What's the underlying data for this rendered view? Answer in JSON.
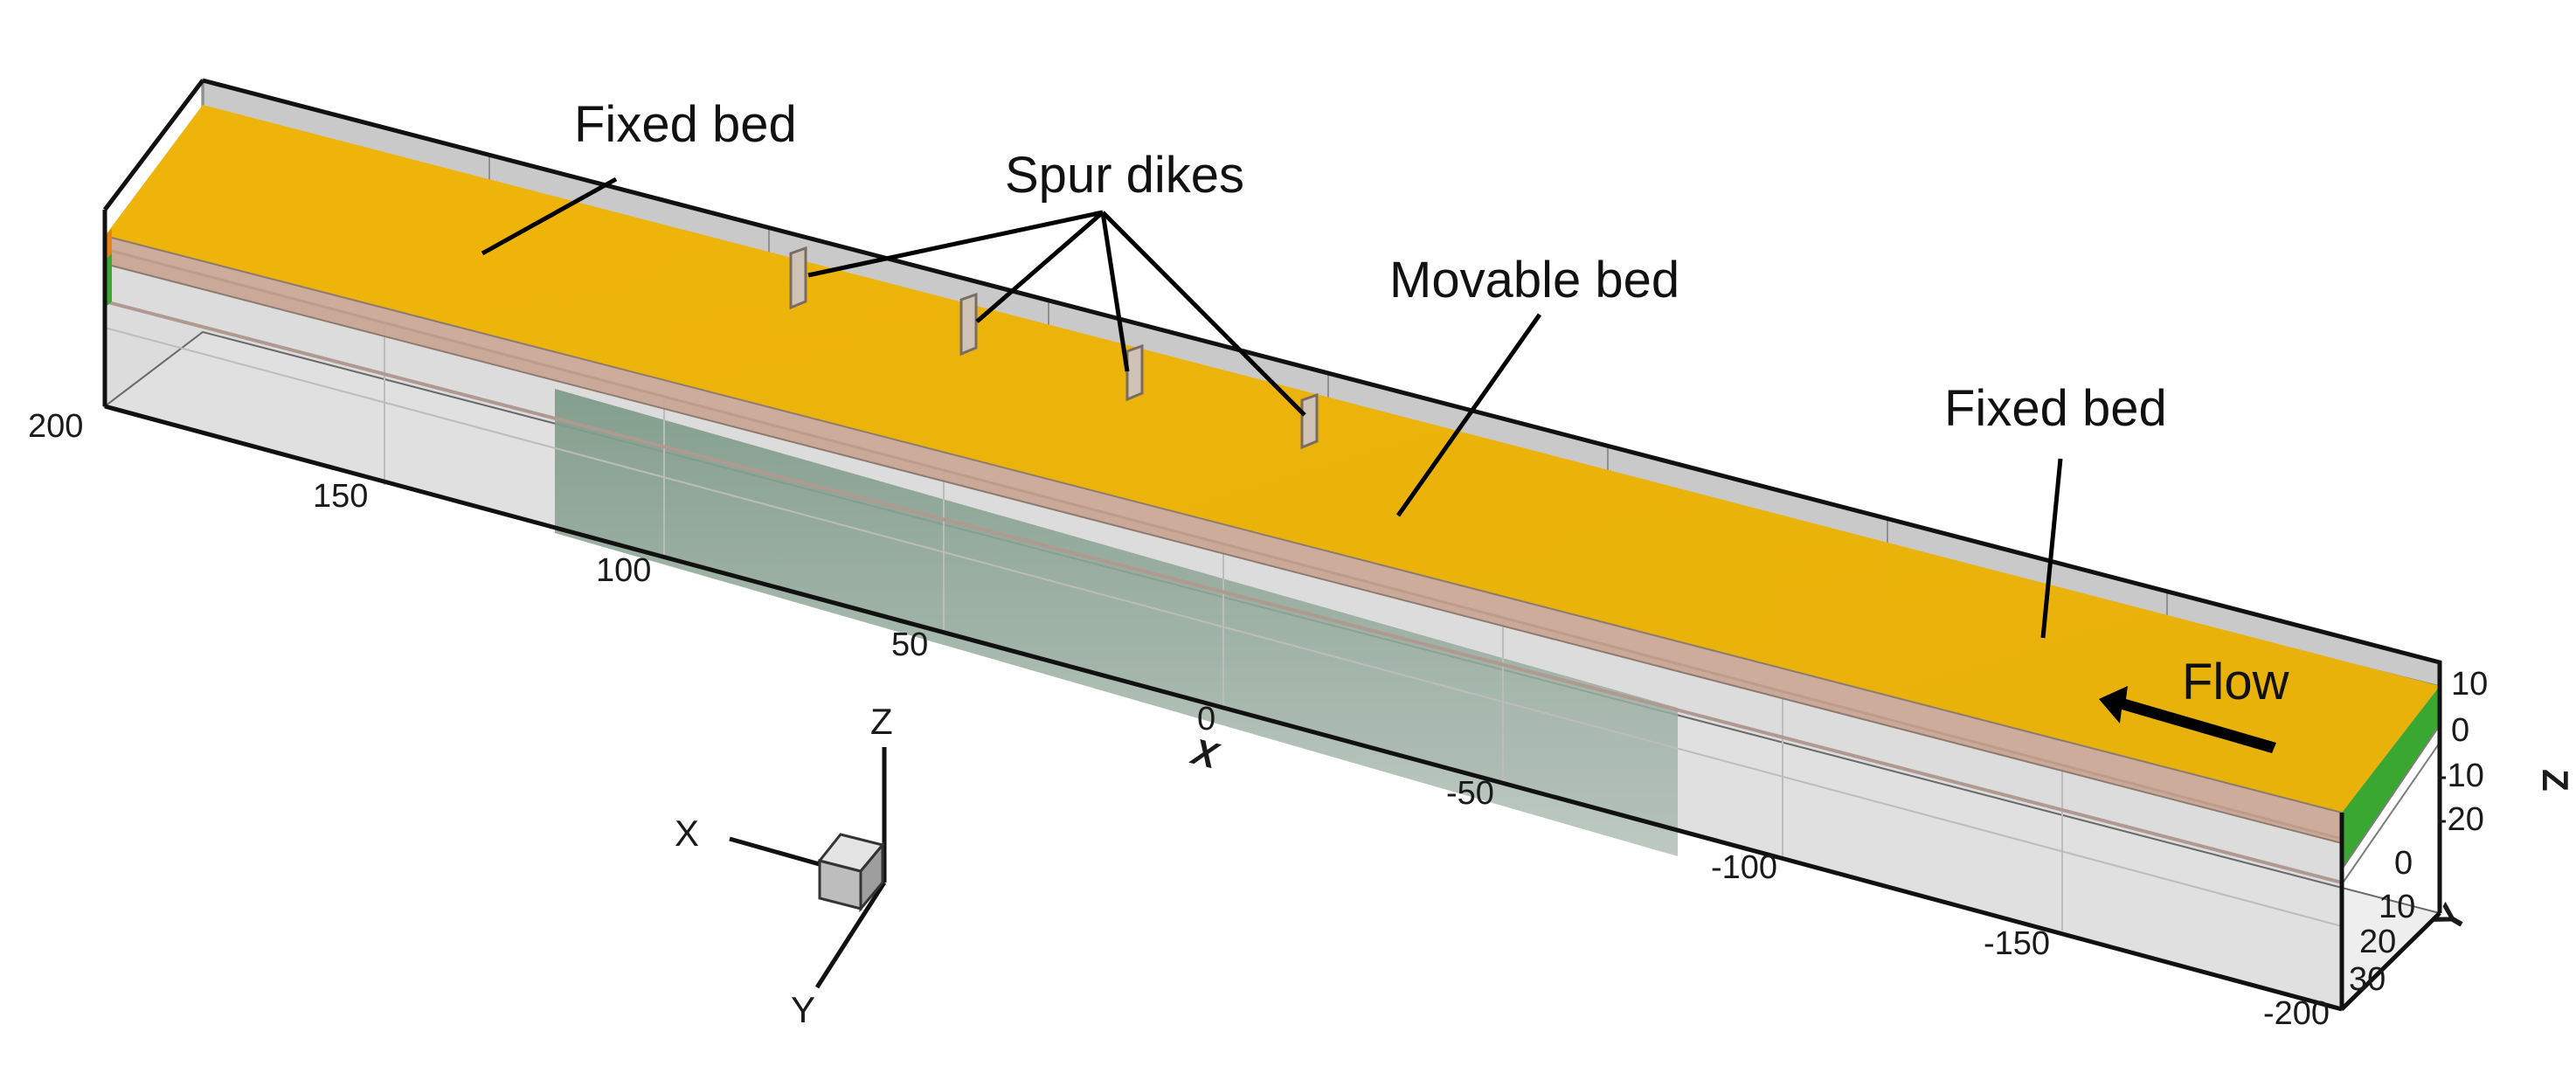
{
  "labels": {
    "fixed_bed_upstream": "Fixed bed",
    "fixed_bed_downstream": "Fixed bed",
    "spur_dikes": "Spur dikes",
    "movable_bed": "Movable bed",
    "flow": "Flow"
  },
  "x_axis": {
    "letter": "X",
    "ticks": [
      "200",
      "150",
      "100",
      "50",
      "0",
      "-50",
      "-100",
      "-150",
      "-200"
    ]
  },
  "z_axis": {
    "letter": "Z",
    "ticks": [
      "10",
      "0",
      "-10",
      "-20"
    ]
  },
  "y_axis": {
    "letter": "Y",
    "ticks": [
      "0",
      "10",
      "20",
      "30"
    ]
  },
  "triad": {
    "x": "X",
    "y": "Y",
    "z": "Z"
  },
  "colors": {
    "bed_surface": "#eab307",
    "walls": "#b9b9b9",
    "movable_bed_zone": "#7f9c8c",
    "green_edge": "#3aa830",
    "annotation_line": "#000000"
  }
}
